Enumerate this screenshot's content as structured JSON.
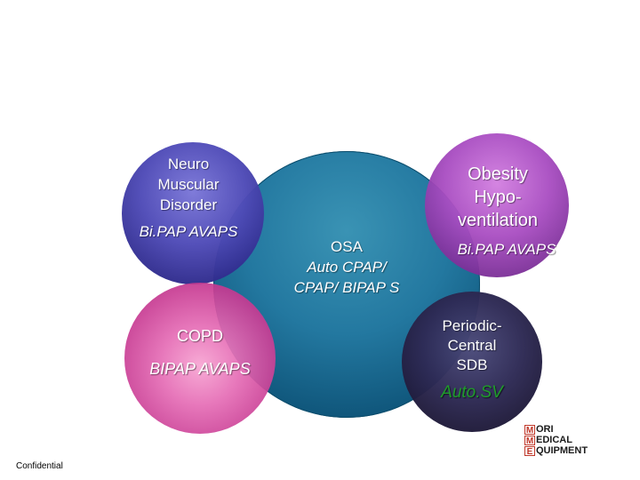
{
  "center": {
    "line1": "OSA",
    "line2": "Auto CPAP/",
    "line3": "CPAP/ BIPAP S"
  },
  "neuro": {
    "line1": "Neuro",
    "line2": "Muscular",
    "line3": "Disorder",
    "therapy": "Bi.PAP AVAPS"
  },
  "copd": {
    "label": "COPD",
    "therapy": "BIPAP AVAPS"
  },
  "obesity": {
    "line1": "Obesity",
    "line2": "Hypo-",
    "line3": "ventilation",
    "therapy": "Bi.PAP AVAPS"
  },
  "periodic": {
    "line1": "Periodic-",
    "line2": "Central",
    "line3": "SDB",
    "therapy": "Auto.SV"
  },
  "logo": {
    "l1_box": "M",
    "l1_rest": "ORI",
    "l2_box": "M",
    "l2_rest": "EDICAL",
    "l3_box": "E",
    "l3_rest": "QUIPMENT"
  },
  "footer": {
    "confidential": "Confidential"
  },
  "colors": {
    "center": "#2378a0",
    "neuro": "#4f4bb7",
    "copd": "#e56cb5",
    "obesity": "#a84cc1",
    "periodic": "#2e2a55",
    "autosv": "#1f9c2a",
    "logo_accent": "#c0392b"
  }
}
